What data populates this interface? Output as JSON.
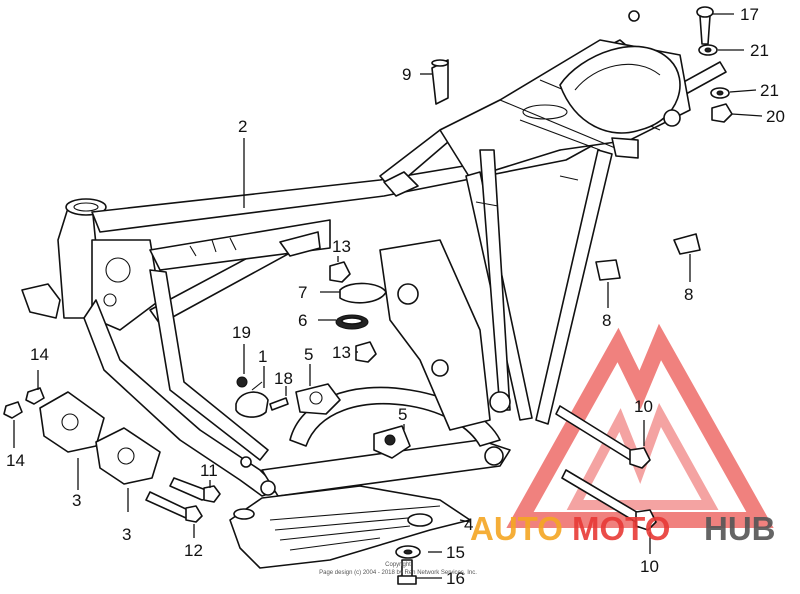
{
  "labels": {
    "l1": "1",
    "l2": "2",
    "l3a": "3",
    "l3b": "3",
    "l4": "4",
    "l5a": "5",
    "l5b": "5",
    "l6": "6",
    "l7": "7",
    "l8a": "8",
    "l8b": "8",
    "l9": "9",
    "l10a": "10",
    "l10b": "10",
    "l11": "11",
    "l12": "12",
    "l13a": "13",
    "l13b": "13",
    "l14a": "14",
    "l14b": "14",
    "l15": "15",
    "l16": "16",
    "l17": "17",
    "l18": "18",
    "l19": "19",
    "l20": "20",
    "l21a": "21",
    "l21b": "21"
  },
  "watermark": {
    "word_auto": "AUTO",
    "word_moto": "MOTO",
    "word_hub": "HUB",
    "color_red": "#e83a36",
    "color_orange": "#f5a623",
    "color_gray": "#555555"
  },
  "copyright": {
    "line1": "Copyright",
    "line2": "Page design (c) 2004 - 2018 by Ren Network Services, Inc."
  }
}
